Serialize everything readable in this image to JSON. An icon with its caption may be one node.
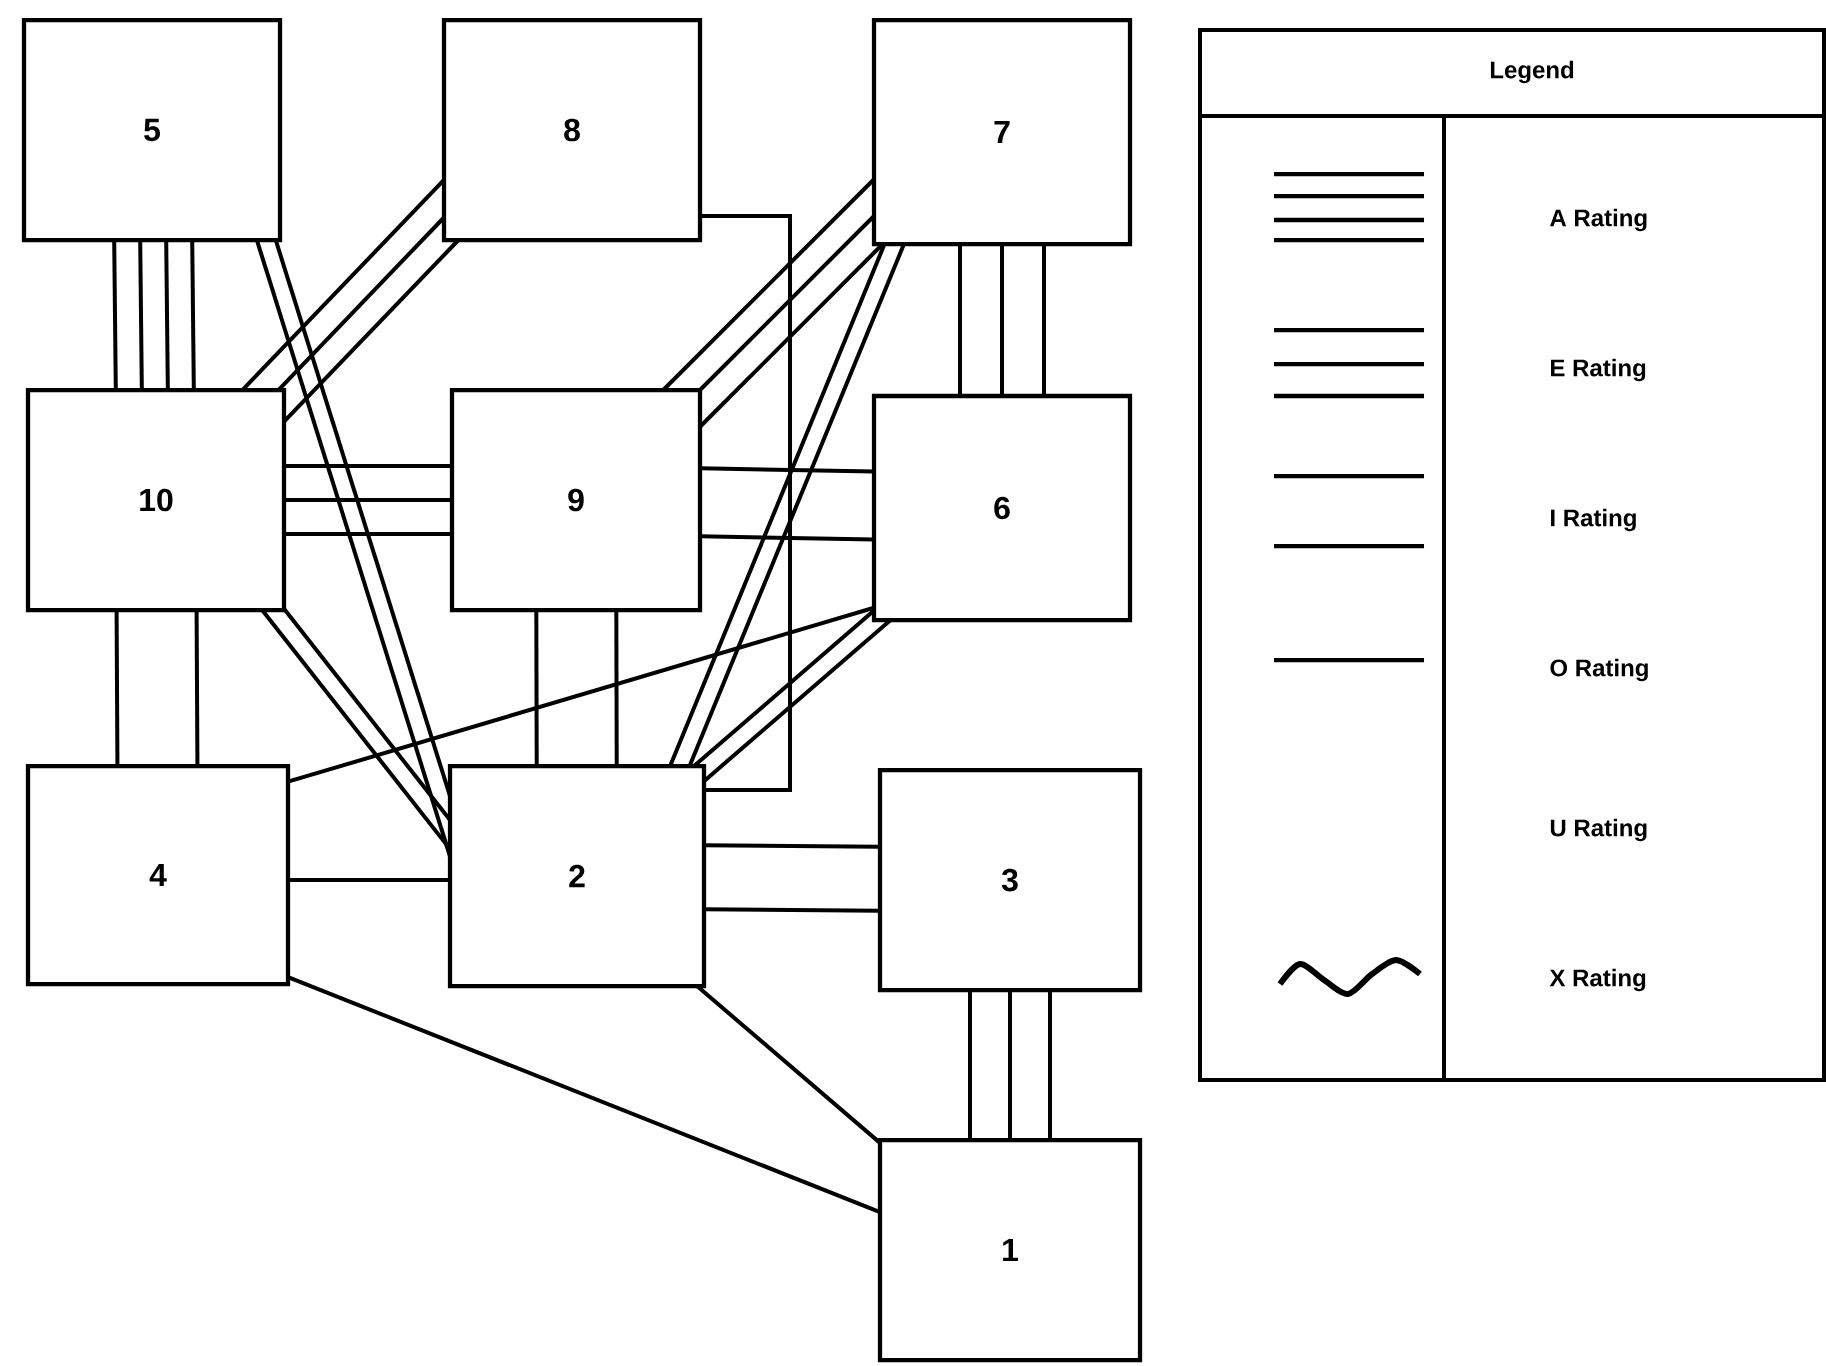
{
  "diagram": {
    "nodes": [
      {
        "text": [
          "5"
        ]
      },
      {
        "text": [
          "8"
        ]
      },
      {
        "text": [
          "7"
        ]
      },
      {
        "text": [
          "10"
        ]
      },
      {
        "text": [
          "9"
        ]
      },
      {
        "text": [
          "6"
        ]
      },
      {
        "text": [
          "4"
        ]
      },
      {
        "text": [
          "2"
        ]
      },
      {
        "text": [
          "3"
        ]
      },
      {
        "text": [
          "1"
        ]
      }
    ],
    "edges": [
      {
        "from": 0,
        "to": 3,
        "arrow": "none"
      },
      {
        "from": 0,
        "to": 3,
        "arrow": "none"
      },
      {
        "from": 0,
        "to": 3,
        "arrow": "none"
      },
      {
        "from": 0,
        "to": 3,
        "arrow": "none"
      },
      {
        "from": 0,
        "to": 7,
        "arrow": "none"
      },
      {
        "from": 0,
        "to": 7,
        "arrow": "none"
      },
      {
        "from": 1,
        "to": 3,
        "arrow": "none"
      },
      {
        "from": 1,
        "to": 3,
        "arrow": "none"
      },
      {
        "from": 1,
        "to": 3,
        "arrow": "none"
      },
      {
        "from": 1,
        "to": 7,
        "arrow": "none"
      },
      {
        "from": 2,
        "to": 4,
        "arrow": "none"
      },
      {
        "from": 2,
        "to": 4,
        "arrow": "none"
      },
      {
        "from": 2,
        "to": 4,
        "arrow": "none"
      },
      {
        "from": 2,
        "to": 7,
        "arrow": "none"
      },
      {
        "from": 2,
        "to": 7,
        "arrow": "none"
      },
      {
        "from": 2,
        "to": 5,
        "arrow": "none"
      },
      {
        "from": 2,
        "to": 5,
        "arrow": "none"
      },
      {
        "from": 2,
        "to": 5,
        "arrow": "none"
      },
      {
        "from": 3,
        "to": 4,
        "arrow": "none"
      },
      {
        "from": 3,
        "to": 4,
        "arrow": "none"
      },
      {
        "from": 3,
        "to": 4,
        "arrow": "none"
      },
      {
        "from": 4,
        "to": 5,
        "arrow": "none"
      },
      {
        "from": 4,
        "to": 5,
        "arrow": "none"
      },
      {
        "from": 3,
        "to": 6,
        "arrow": "none"
      },
      {
        "from": 3,
        "to": 6,
        "arrow": "none"
      },
      {
        "from": 3,
        "to": 7,
        "arrow": "none"
      },
      {
        "from": 3,
        "to": 7,
        "arrow": "none"
      },
      {
        "from": 4,
        "to": 7,
        "arrow": "none"
      },
      {
        "from": 4,
        "to": 7,
        "arrow": "none"
      },
      {
        "from": 5,
        "to": 6,
        "arrow": "none"
      },
      {
        "from": 5,
        "to": 7,
        "arrow": "none"
      },
      {
        "from": 5,
        "to": 7,
        "arrow": "none"
      },
      {
        "from": 6,
        "to": 7,
        "arrow": "none"
      },
      {
        "from": 7,
        "to": 8,
        "arrow": "none"
      },
      {
        "from": 7,
        "to": 8,
        "arrow": "none"
      },
      {
        "from": 8,
        "to": 9,
        "arrow": "none"
      },
      {
        "from": 8,
        "to": 9,
        "arrow": "none"
      },
      {
        "from": 8,
        "to": 9,
        "arrow": "none"
      },
      {
        "from": 6,
        "to": 9,
        "arrow": "none"
      },
      {
        "from": 7,
        "to": 9,
        "arrow": "none"
      }
    ],
    "labels": [
      "Legend"
    ],
    "legend": [
      {
        "text": "A Rating"
      },
      {
        "text": "E Rating"
      },
      {
        "text": "I Rating"
      },
      {
        "text": "O Rating"
      },
      {
        "text": "U Rating"
      },
      {
        "text": "X Rating"
      }
    ]
  }
}
